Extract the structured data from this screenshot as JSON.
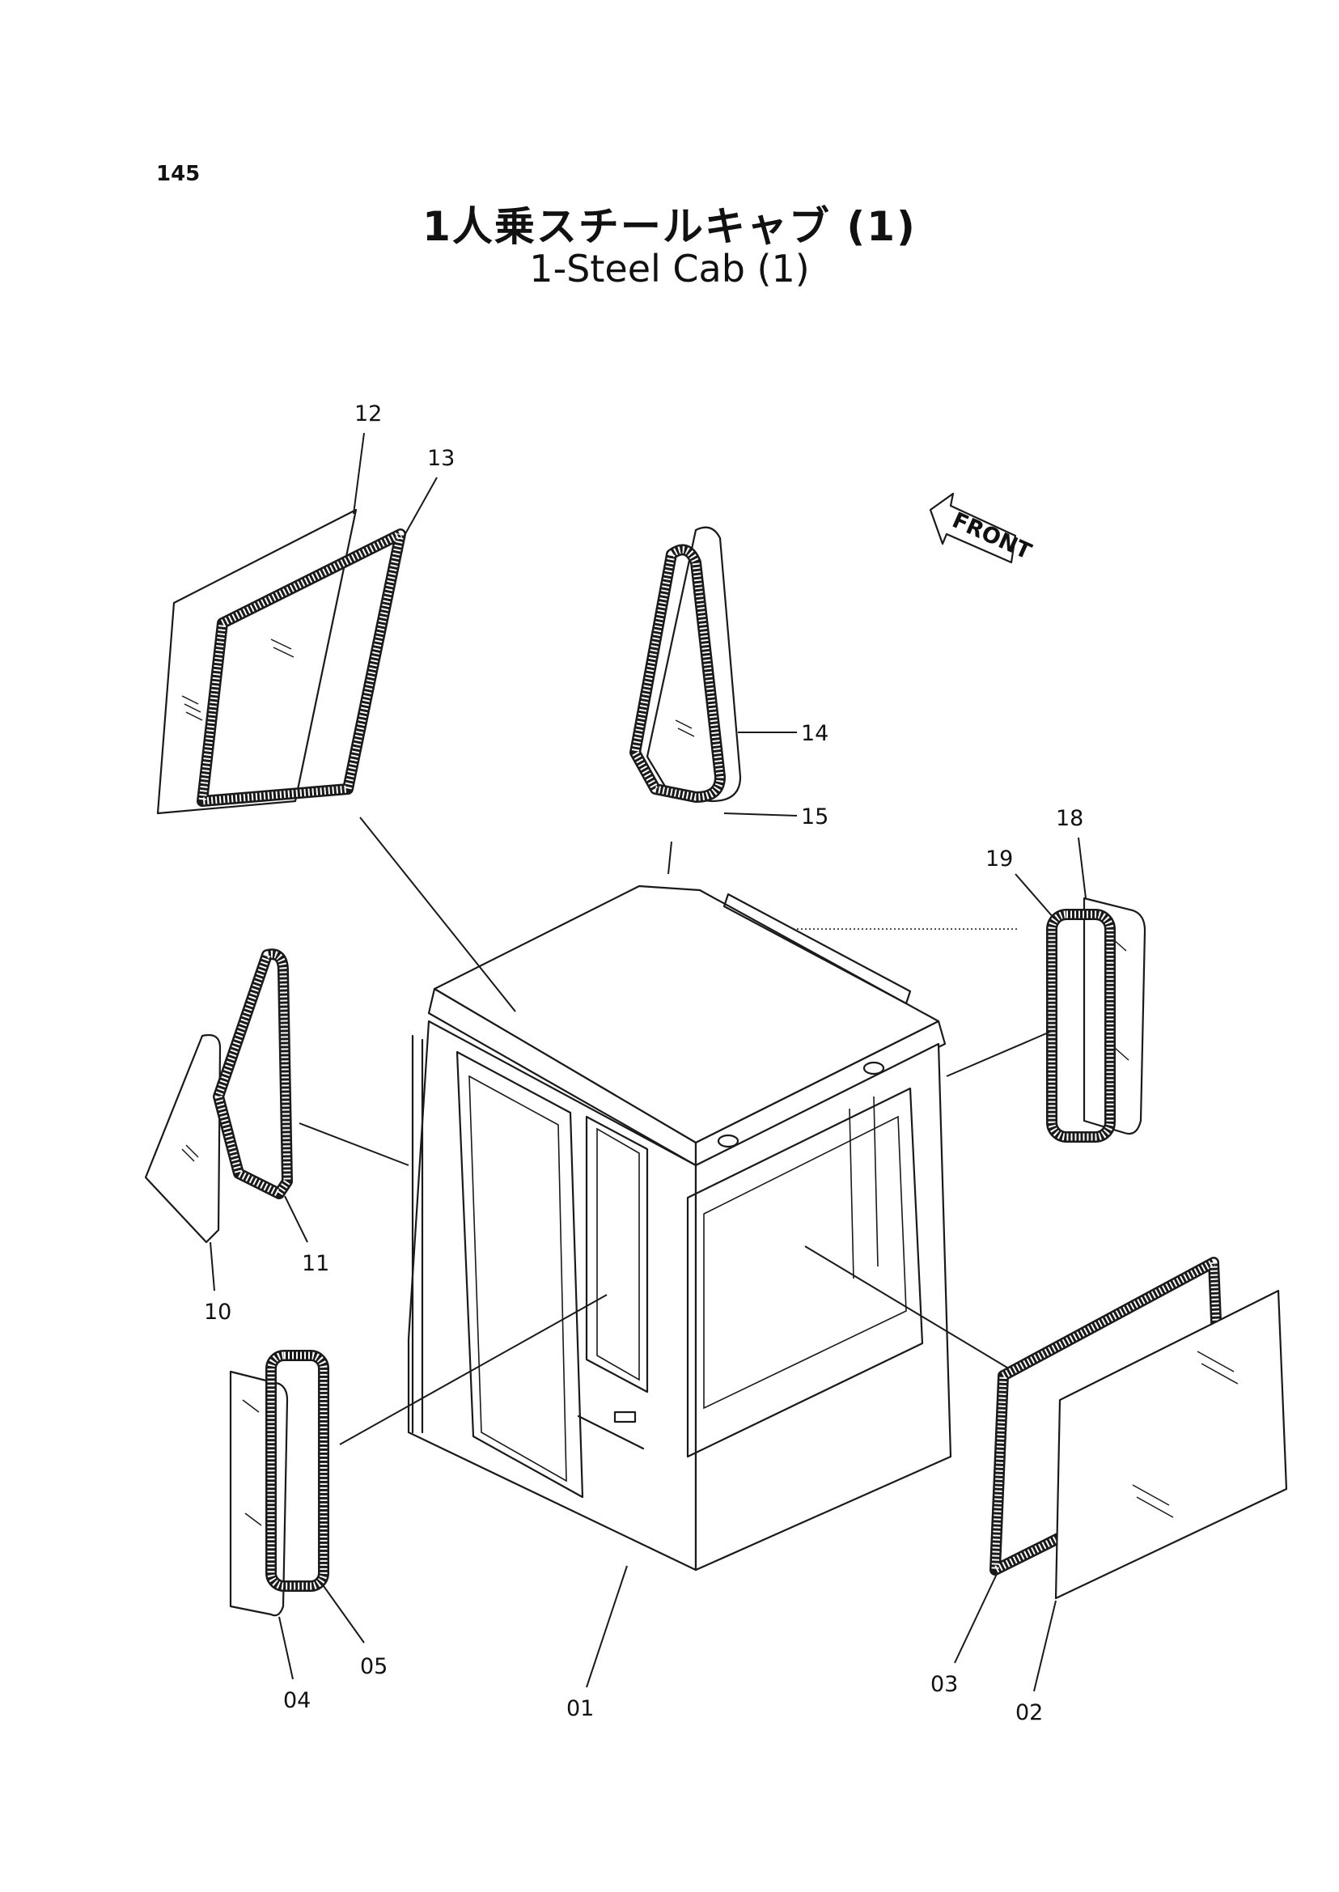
{
  "page_number": "145",
  "title_jp": "1人乗スチールキャブ (1)",
  "title_en": "1-Steel Cab (1)",
  "front_arrow_label": "FRONT",
  "parts": [
    {
      "id": "01",
      "label": "01"
    },
    {
      "id": "02",
      "label": "02"
    },
    {
      "id": "03",
      "label": "03"
    },
    {
      "id": "04",
      "label": "04"
    },
    {
      "id": "05",
      "label": "05"
    },
    {
      "id": "10",
      "label": "10"
    },
    {
      "id": "11",
      "label": "11"
    },
    {
      "id": "12",
      "label": "12"
    },
    {
      "id": "13",
      "label": "13"
    },
    {
      "id": "14",
      "label": "14"
    },
    {
      "id": "15",
      "label": "15"
    },
    {
      "id": "18",
      "label": "18"
    },
    {
      "id": "19",
      "label": "19"
    }
  ]
}
